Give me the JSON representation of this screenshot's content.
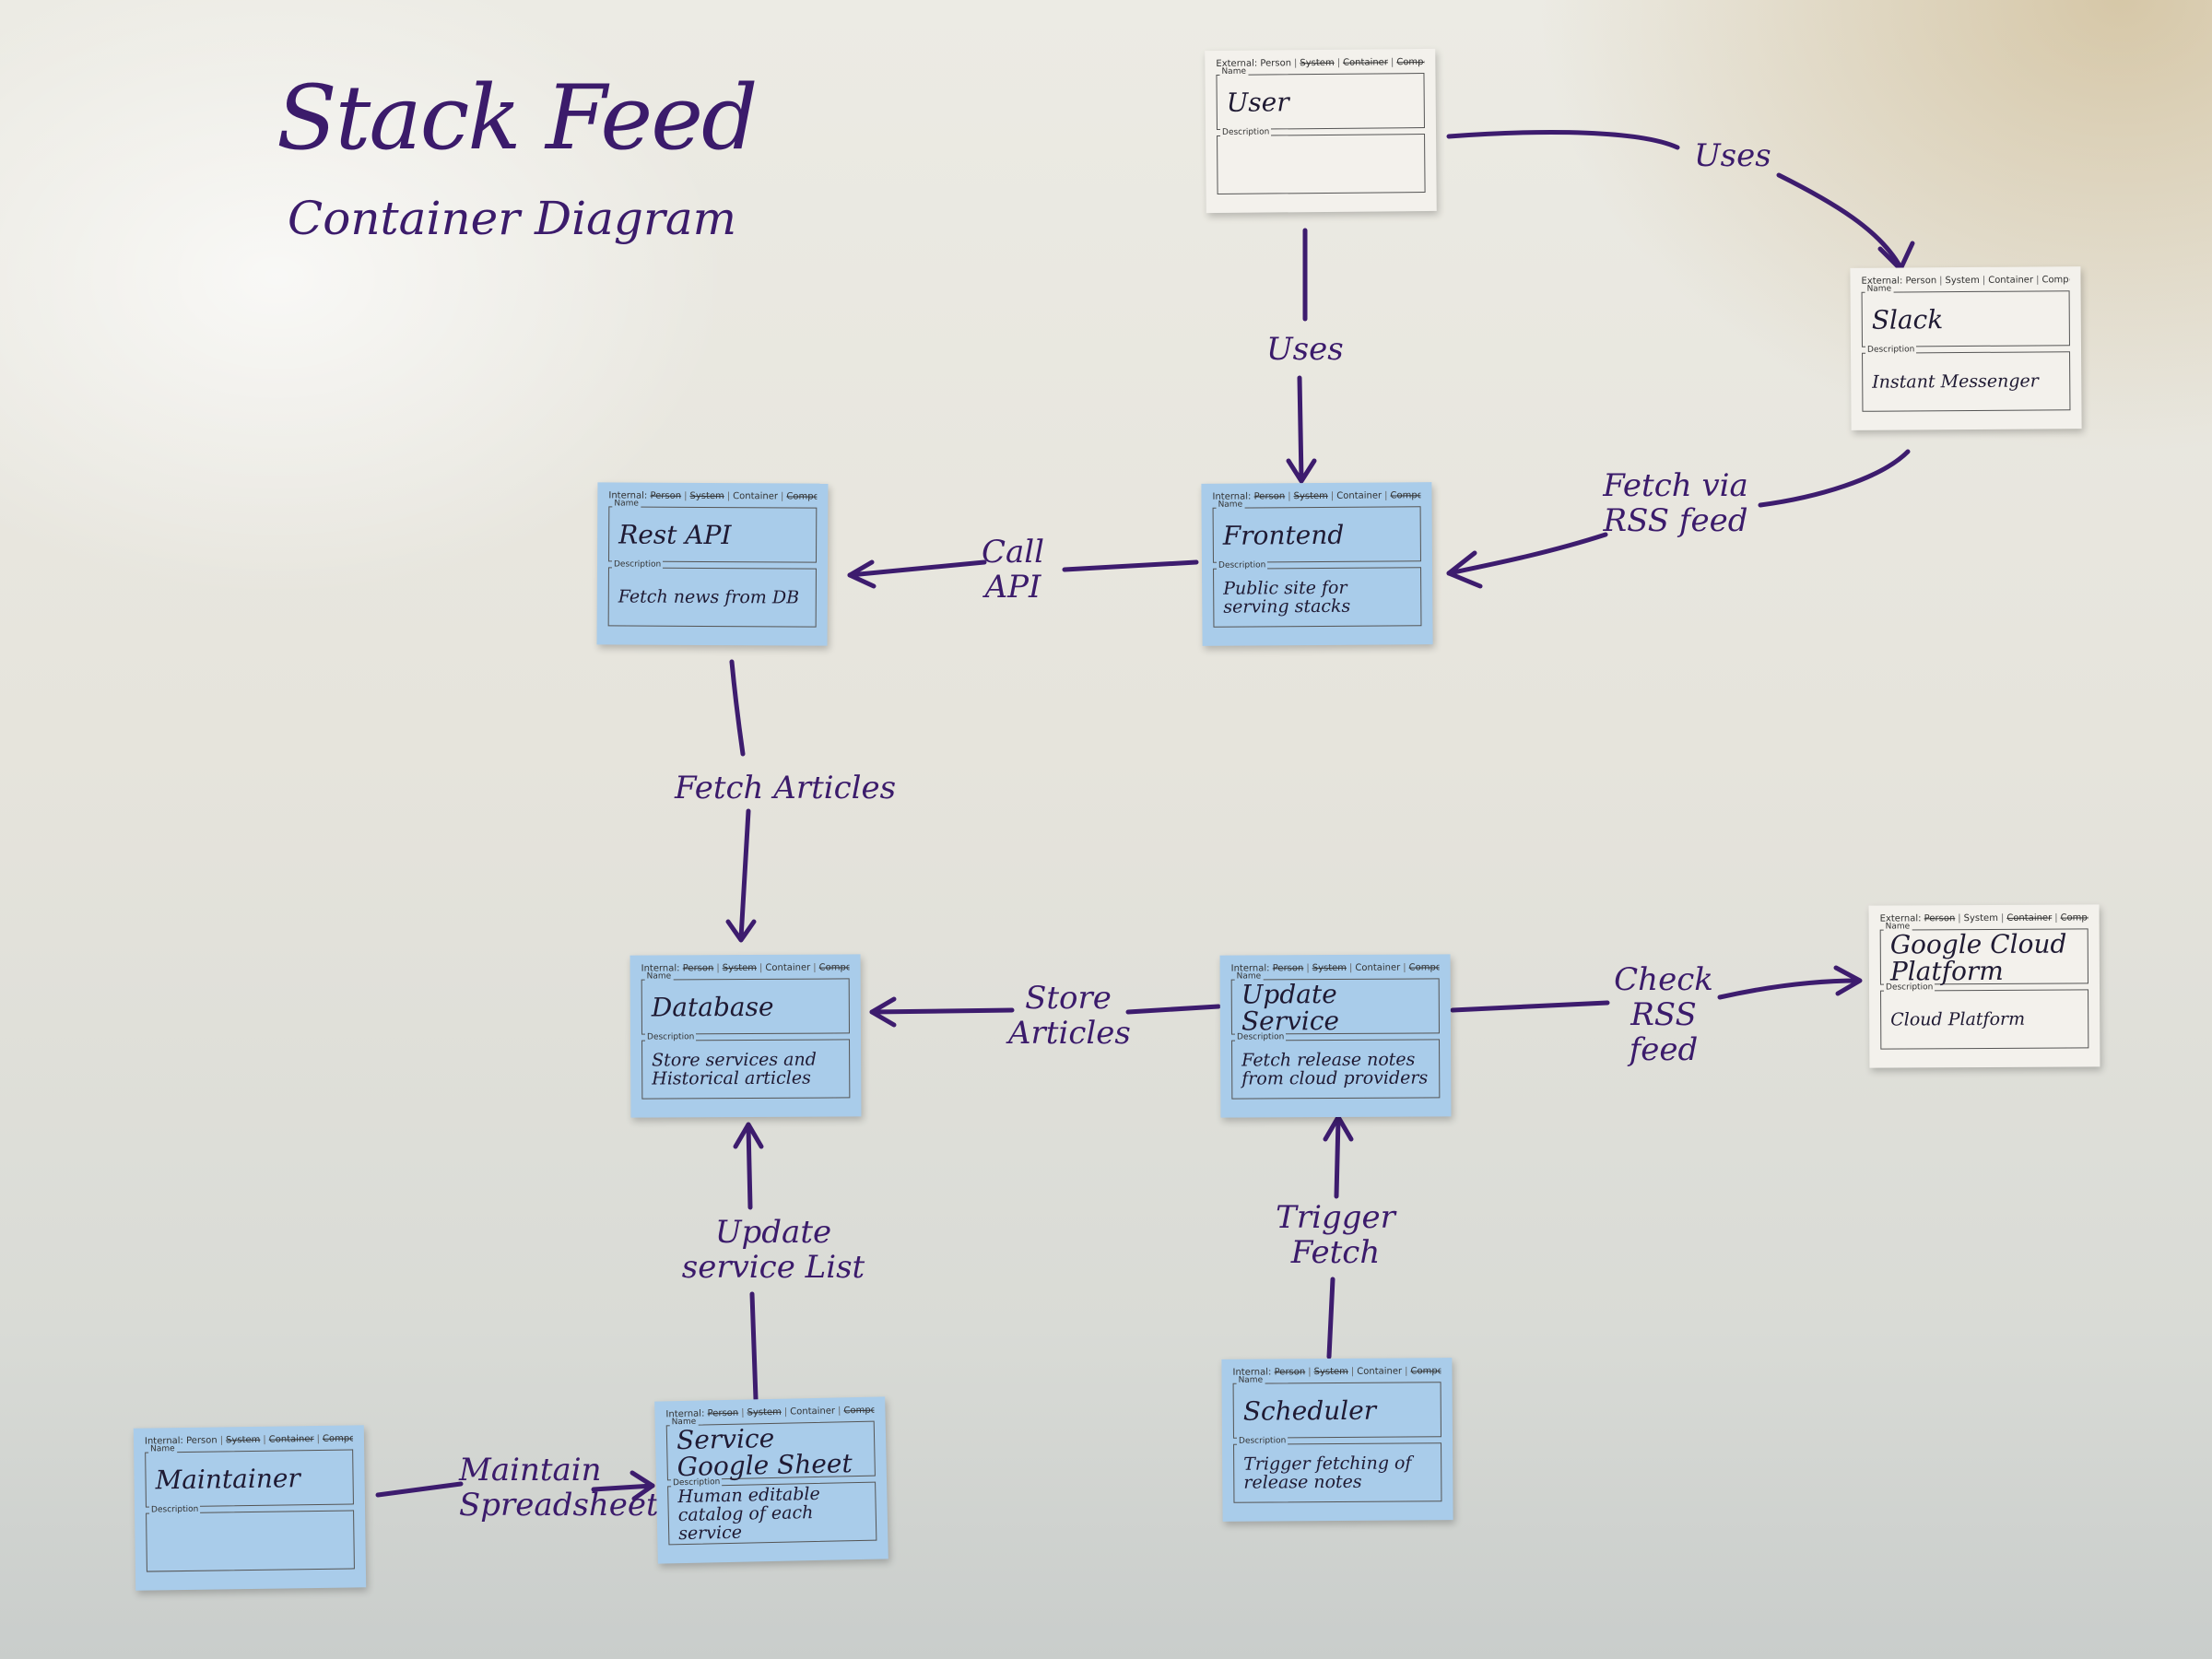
{
  "title": "Stack Feed",
  "subtitle": "Container Diagram",
  "nodes": {
    "user": {
      "header": [
        "External:",
        "Person",
        "System",
        "Container",
        "Component"
      ],
      "struck": [
        2,
        3,
        4
      ],
      "name_label": "Name",
      "desc_label": "Description",
      "name": "User",
      "description": ""
    },
    "slack": {
      "header": [
        "External:",
        "Person",
        "System",
        "Container",
        "Component"
      ],
      "struck": [],
      "name_label": "Name",
      "desc_label": "Description",
      "name": "Slack",
      "description": "Instant Messenger"
    },
    "rest_api": {
      "header": [
        "Internal:",
        "Person",
        "System",
        "Container",
        "Component"
      ],
      "struck": [
        1,
        2,
        4
      ],
      "name_label": "Name",
      "desc_label": "Description",
      "name": "Rest API",
      "description": "Fetch news from DB"
    },
    "frontend": {
      "header": [
        "Internal:",
        "Person",
        "System",
        "Container",
        "Component"
      ],
      "struck": [
        1,
        2,
        4
      ],
      "name_label": "Name",
      "desc_label": "Description",
      "name": "Frontend",
      "description": "Public site for serving stacks"
    },
    "database": {
      "header": [
        "Internal:",
        "Person",
        "System",
        "Container",
        "Component"
      ],
      "struck": [
        1,
        2,
        4
      ],
      "name_label": "Name",
      "desc_label": "Description",
      "name": "Database",
      "description": "Store services and Historical articles"
    },
    "update_service": {
      "header": [
        "Internal:",
        "Person",
        "System",
        "Container",
        "Component"
      ],
      "struck": [
        1,
        2,
        4
      ],
      "name_label": "Name",
      "desc_label": "Description",
      "name": "Update Service",
      "description": "Fetch release notes from cloud providers"
    },
    "gcp": {
      "header": [
        "External:",
        "Person",
        "System",
        "Container",
        "Component"
      ],
      "struck": [
        1,
        3,
        4
      ],
      "name_label": "Name",
      "desc_label": "Description",
      "name": "Google Cloud Platform",
      "description": "Cloud Platform"
    },
    "maintainer": {
      "header": [
        "Internal:",
        "Person",
        "System",
        "Container",
        "Component"
      ],
      "struck": [
        2,
        3,
        4
      ],
      "name_label": "Name",
      "desc_label": "Description",
      "name": "Maintainer",
      "description": ""
    },
    "service_sheet": {
      "header": [
        "Internal:",
        "Person",
        "System",
        "Container",
        "Component"
      ],
      "struck": [
        1,
        2,
        4
      ],
      "name_label": "Name",
      "desc_label": "Description",
      "name": "Service Google Sheet",
      "description": "Human editable catalog of each service"
    },
    "scheduler": {
      "header": [
        "Internal:",
        "Person",
        "System",
        "Container",
        "Component"
      ],
      "struck": [
        1,
        2,
        4
      ],
      "name_label": "Name",
      "desc_label": "Description",
      "name": "Scheduler",
      "description": "Trigger fetching of release notes"
    }
  },
  "edges": [
    {
      "id": "user-slack",
      "from": "user",
      "to": "slack",
      "label": "Uses"
    },
    {
      "id": "user-frontend",
      "from": "user",
      "to": "frontend",
      "label": "Uses"
    },
    {
      "id": "slack-frontend",
      "from": "slack",
      "to": "frontend",
      "label": "Fetch via RSS feed"
    },
    {
      "id": "frontend-restapi",
      "from": "frontend",
      "to": "rest_api",
      "label": "Call API"
    },
    {
      "id": "restapi-database",
      "from": "rest_api",
      "to": "database",
      "label": "Fetch Articles"
    },
    {
      "id": "update-database",
      "from": "update_service",
      "to": "database",
      "label": "Store Articles"
    },
    {
      "id": "update-gcp",
      "from": "update_service",
      "to": "gcp",
      "label": "Check RSS feed"
    },
    {
      "id": "sheet-database",
      "from": "service_sheet",
      "to": "database",
      "label": "Update service List"
    },
    {
      "id": "scheduler-update",
      "from": "scheduler",
      "to": "update_service",
      "label": "Trigger Fetch"
    },
    {
      "id": "maintainer-sheet",
      "from": "maintainer",
      "to": "service_sheet",
      "label": "Maintain Spreadsheet"
    }
  ],
  "colors": {
    "ink": "#3d1c6e",
    "note_blue": "#a9ccea",
    "note_white": "#f3f1ec"
  }
}
